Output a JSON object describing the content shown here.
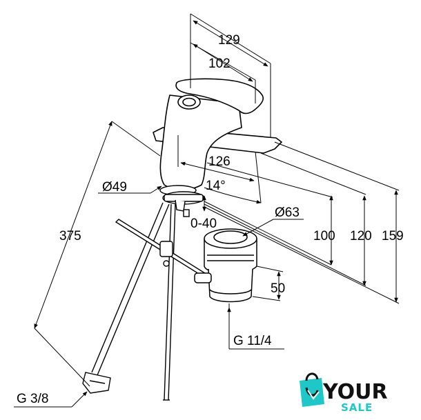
{
  "dimensions": {
    "width_total": "129",
    "width_spout": "102",
    "reach": "126",
    "angle": "14°",
    "tap_hole_diameter": "Ø49",
    "deck_thickness": "0-40",
    "waste_diameter": "Ø63",
    "waste_height": "50",
    "height_100": "100",
    "height_120": "120",
    "height_159": "159",
    "hose_length": "375"
  },
  "threads": {
    "waste_thread": "G 11/4",
    "hose_thread": "G 3/8"
  },
  "logo": {
    "word1": "YOUR",
    "word2": "SALE",
    "accent_color": "#1ec8c8"
  }
}
